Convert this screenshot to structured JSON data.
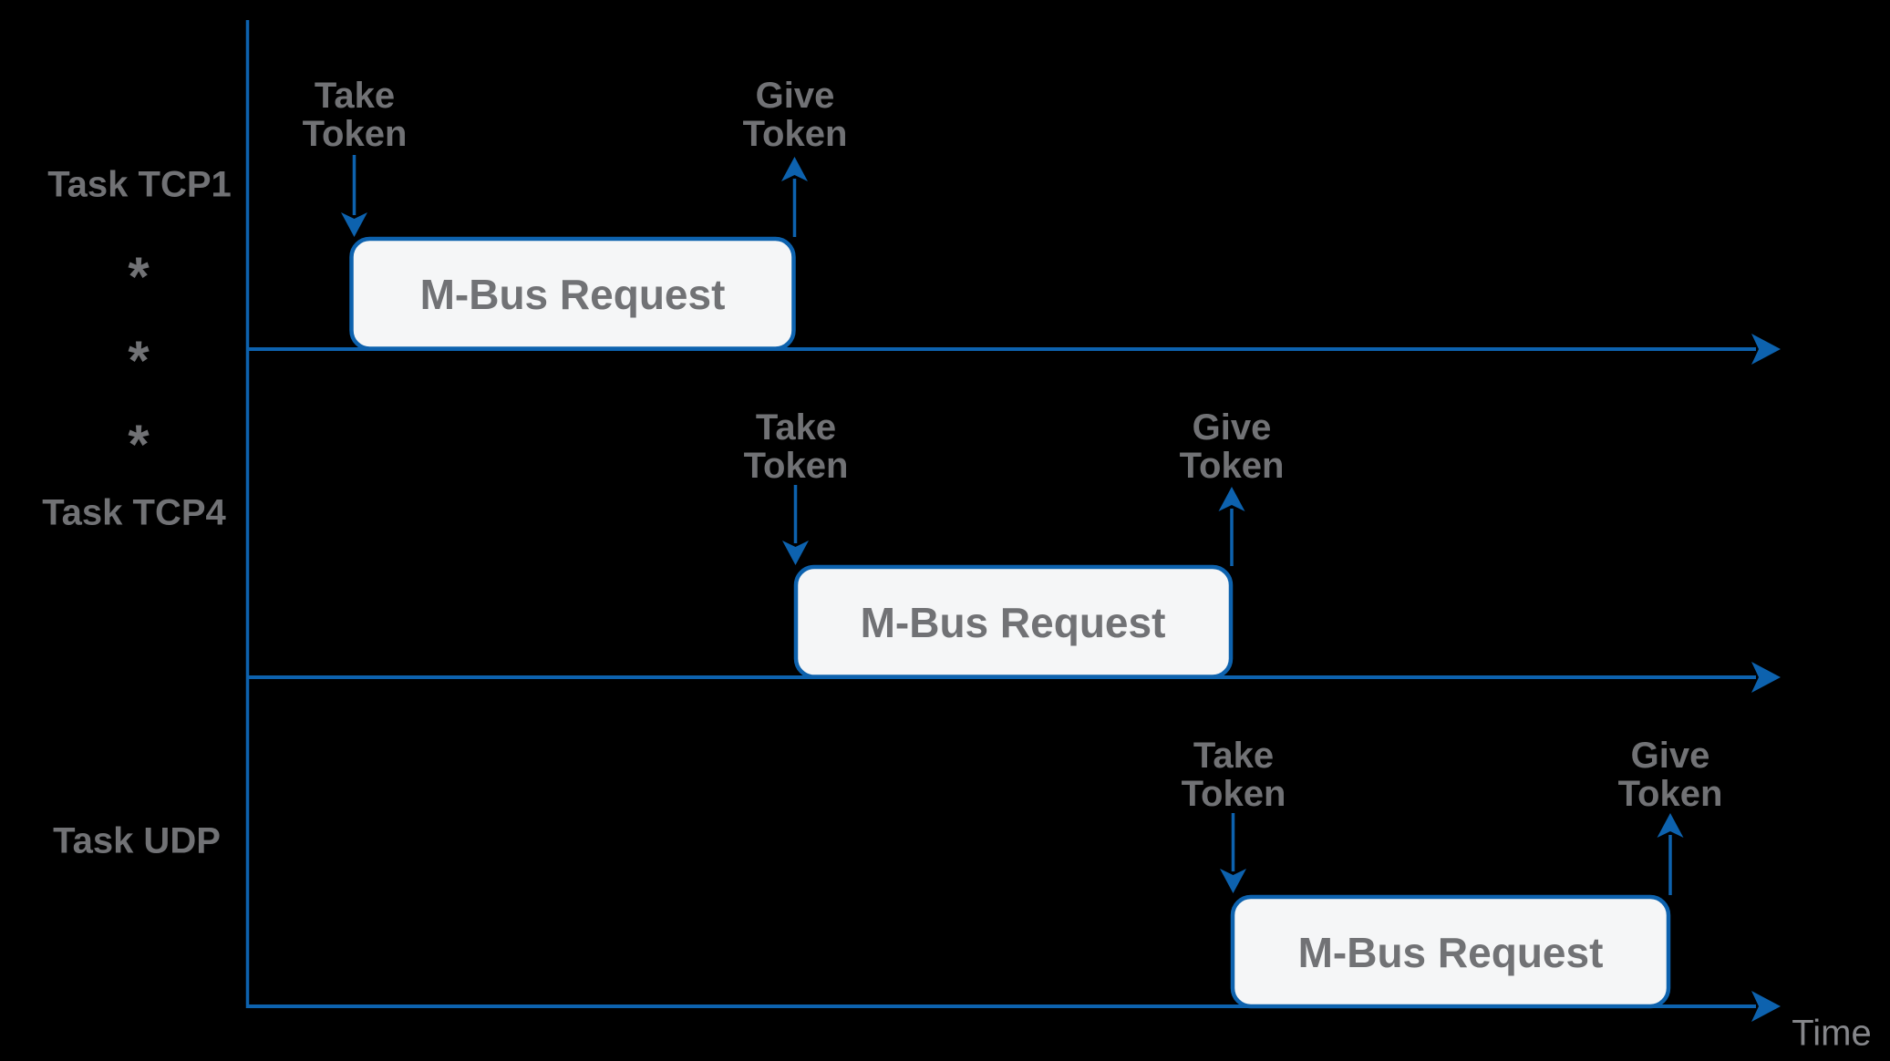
{
  "colors": {
    "accent": "#0d62ae",
    "box_fill": "#f5f6f7",
    "label_gray": "#717275",
    "time_gray": "#85868a",
    "background": "#000000"
  },
  "tasks": [
    {
      "label": "Task TCP1"
    },
    {
      "label": "Task TCP4"
    },
    {
      "label": "Task UDP"
    }
  ],
  "ellipsis": {
    "symbols": [
      "*",
      "*",
      "*"
    ]
  },
  "rows": [
    {
      "take": "Take\nToken",
      "give": "Give\nToken",
      "box": "M-Bus Request"
    },
    {
      "take": "Take\nToken",
      "give": "Give\nToken",
      "box": "M-Bus Request"
    },
    {
      "take": "Take\nToken",
      "give": "Give\nToken",
      "box": "M-Bus Request"
    }
  ],
  "axis": {
    "time_label": "Time"
  }
}
